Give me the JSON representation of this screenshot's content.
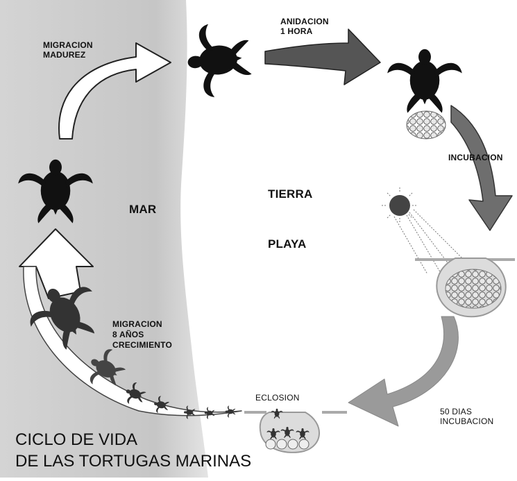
{
  "regions": {
    "sea": "MAR",
    "land": "TIERRA",
    "beach": "PLAYA"
  },
  "stages": {
    "maturity_migration": [
      "MIGRACION",
      "MADUREZ"
    ],
    "nesting": [
      "ANIDACION",
      "1 HORA"
    ],
    "incubation": "INCUBACION",
    "incubation_time": [
      "50 DIAS",
      "INCUBACION"
    ],
    "hatching": "ECLOSION",
    "growth_migration": [
      "MIGRACION",
      "8 AÑOS",
      "CRECIMIENTO"
    ]
  },
  "title": [
    "CICLO DE VIDA",
    "DE LAS TORTUGAS MARINAS"
  ],
  "colors": {
    "sea": "#c9c9c9",
    "ink": "#111111",
    "arrow_dark": "#555555",
    "arrow_mid": "#8c8c8c",
    "arrow_light": "#ffffff"
  }
}
